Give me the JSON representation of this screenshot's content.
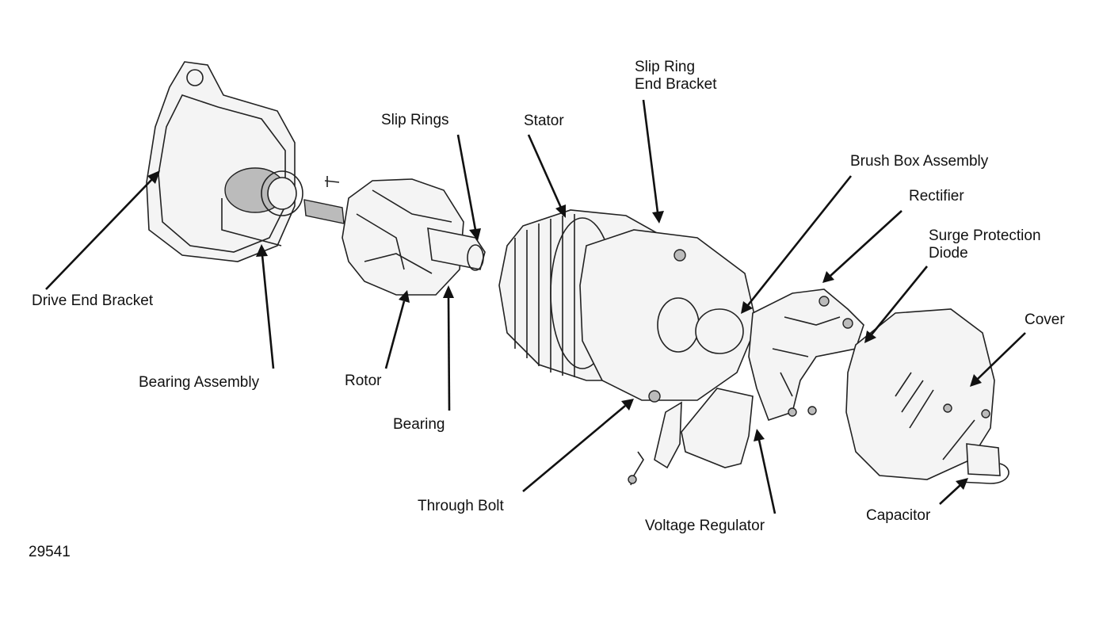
{
  "figure_number": "29541",
  "labels": {
    "drive_end_bracket": "Drive End Bracket",
    "bearing_assembly": "Bearing Assembly",
    "slip_rings": "Slip Rings",
    "rotor": "Rotor",
    "bearing": "Bearing",
    "stator": "Stator",
    "slip_ring_end_bracket_1": "Slip Ring",
    "slip_ring_end_bracket_2": "End Bracket",
    "brush_box_assembly": "Brush Box Assembly",
    "rectifier": "Rectifier",
    "surge_protection_diode_1": "Surge Protection",
    "surge_protection_diode_2": "Diode",
    "cover": "Cover",
    "through_bolt": "Through Bolt",
    "voltage_regulator": "Voltage Regulator",
    "capacitor": "Capacitor"
  }
}
